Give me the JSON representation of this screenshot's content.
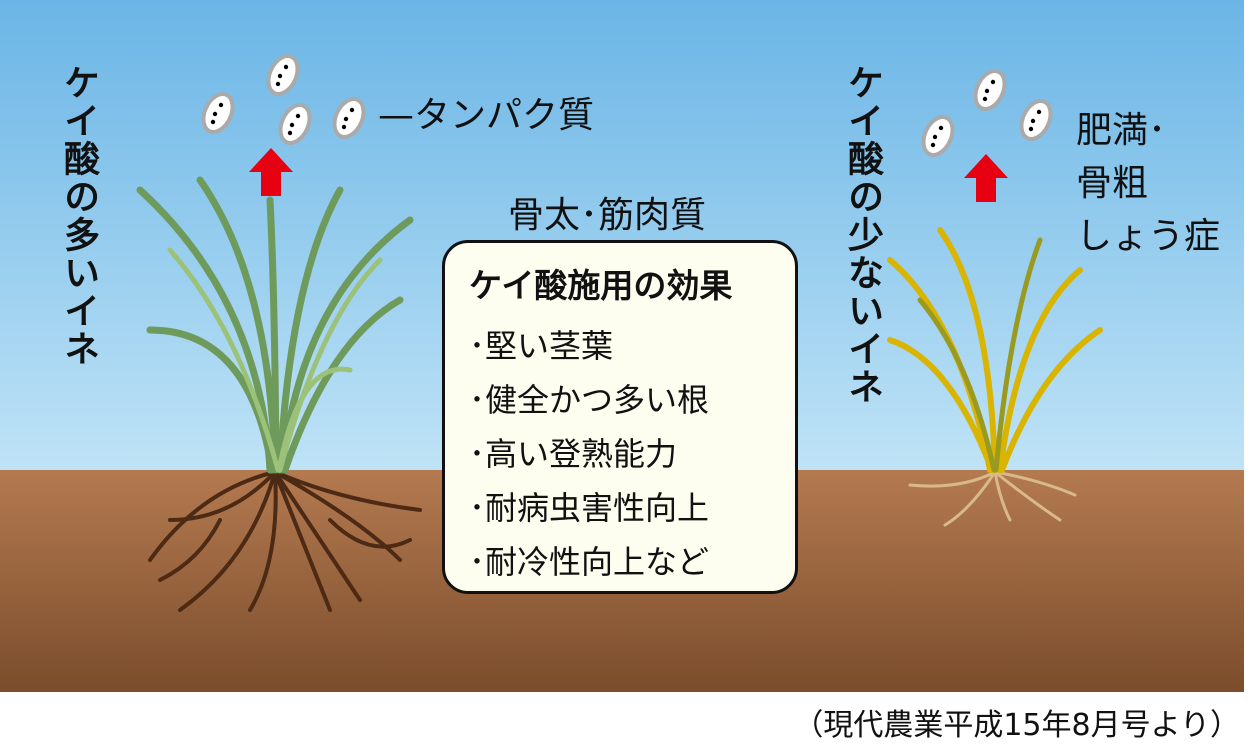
{
  "left_plant_label": "ケイ酸の多いイネ",
  "right_plant_label": "ケイ酸の少ないイネ",
  "protein_label": "—タンパク質",
  "bone_muscle_label": "骨太･筋肉質",
  "obesity_label_lines": [
    "肥満･",
    "骨粗",
    "しょう症"
  ],
  "effects": {
    "title": "ケイ酸施用の効果",
    "items": [
      "･堅い茎葉",
      "･健全かつ多い根",
      "･高い登熟能力",
      "･耐病虫害性向上",
      "･耐冷性向上など"
    ]
  },
  "source": "（現代農業平成15年8月号より）",
  "colors": {
    "sky_top": "#6ab5e6",
    "sky_bottom": "#b9e1f5",
    "soil_top": "#b27850",
    "soil_bottom": "#7e4f2e",
    "arrow": "#e60012",
    "healthy_leaf": "#6e9a5c",
    "weak_leaf": "#d9b400"
  }
}
